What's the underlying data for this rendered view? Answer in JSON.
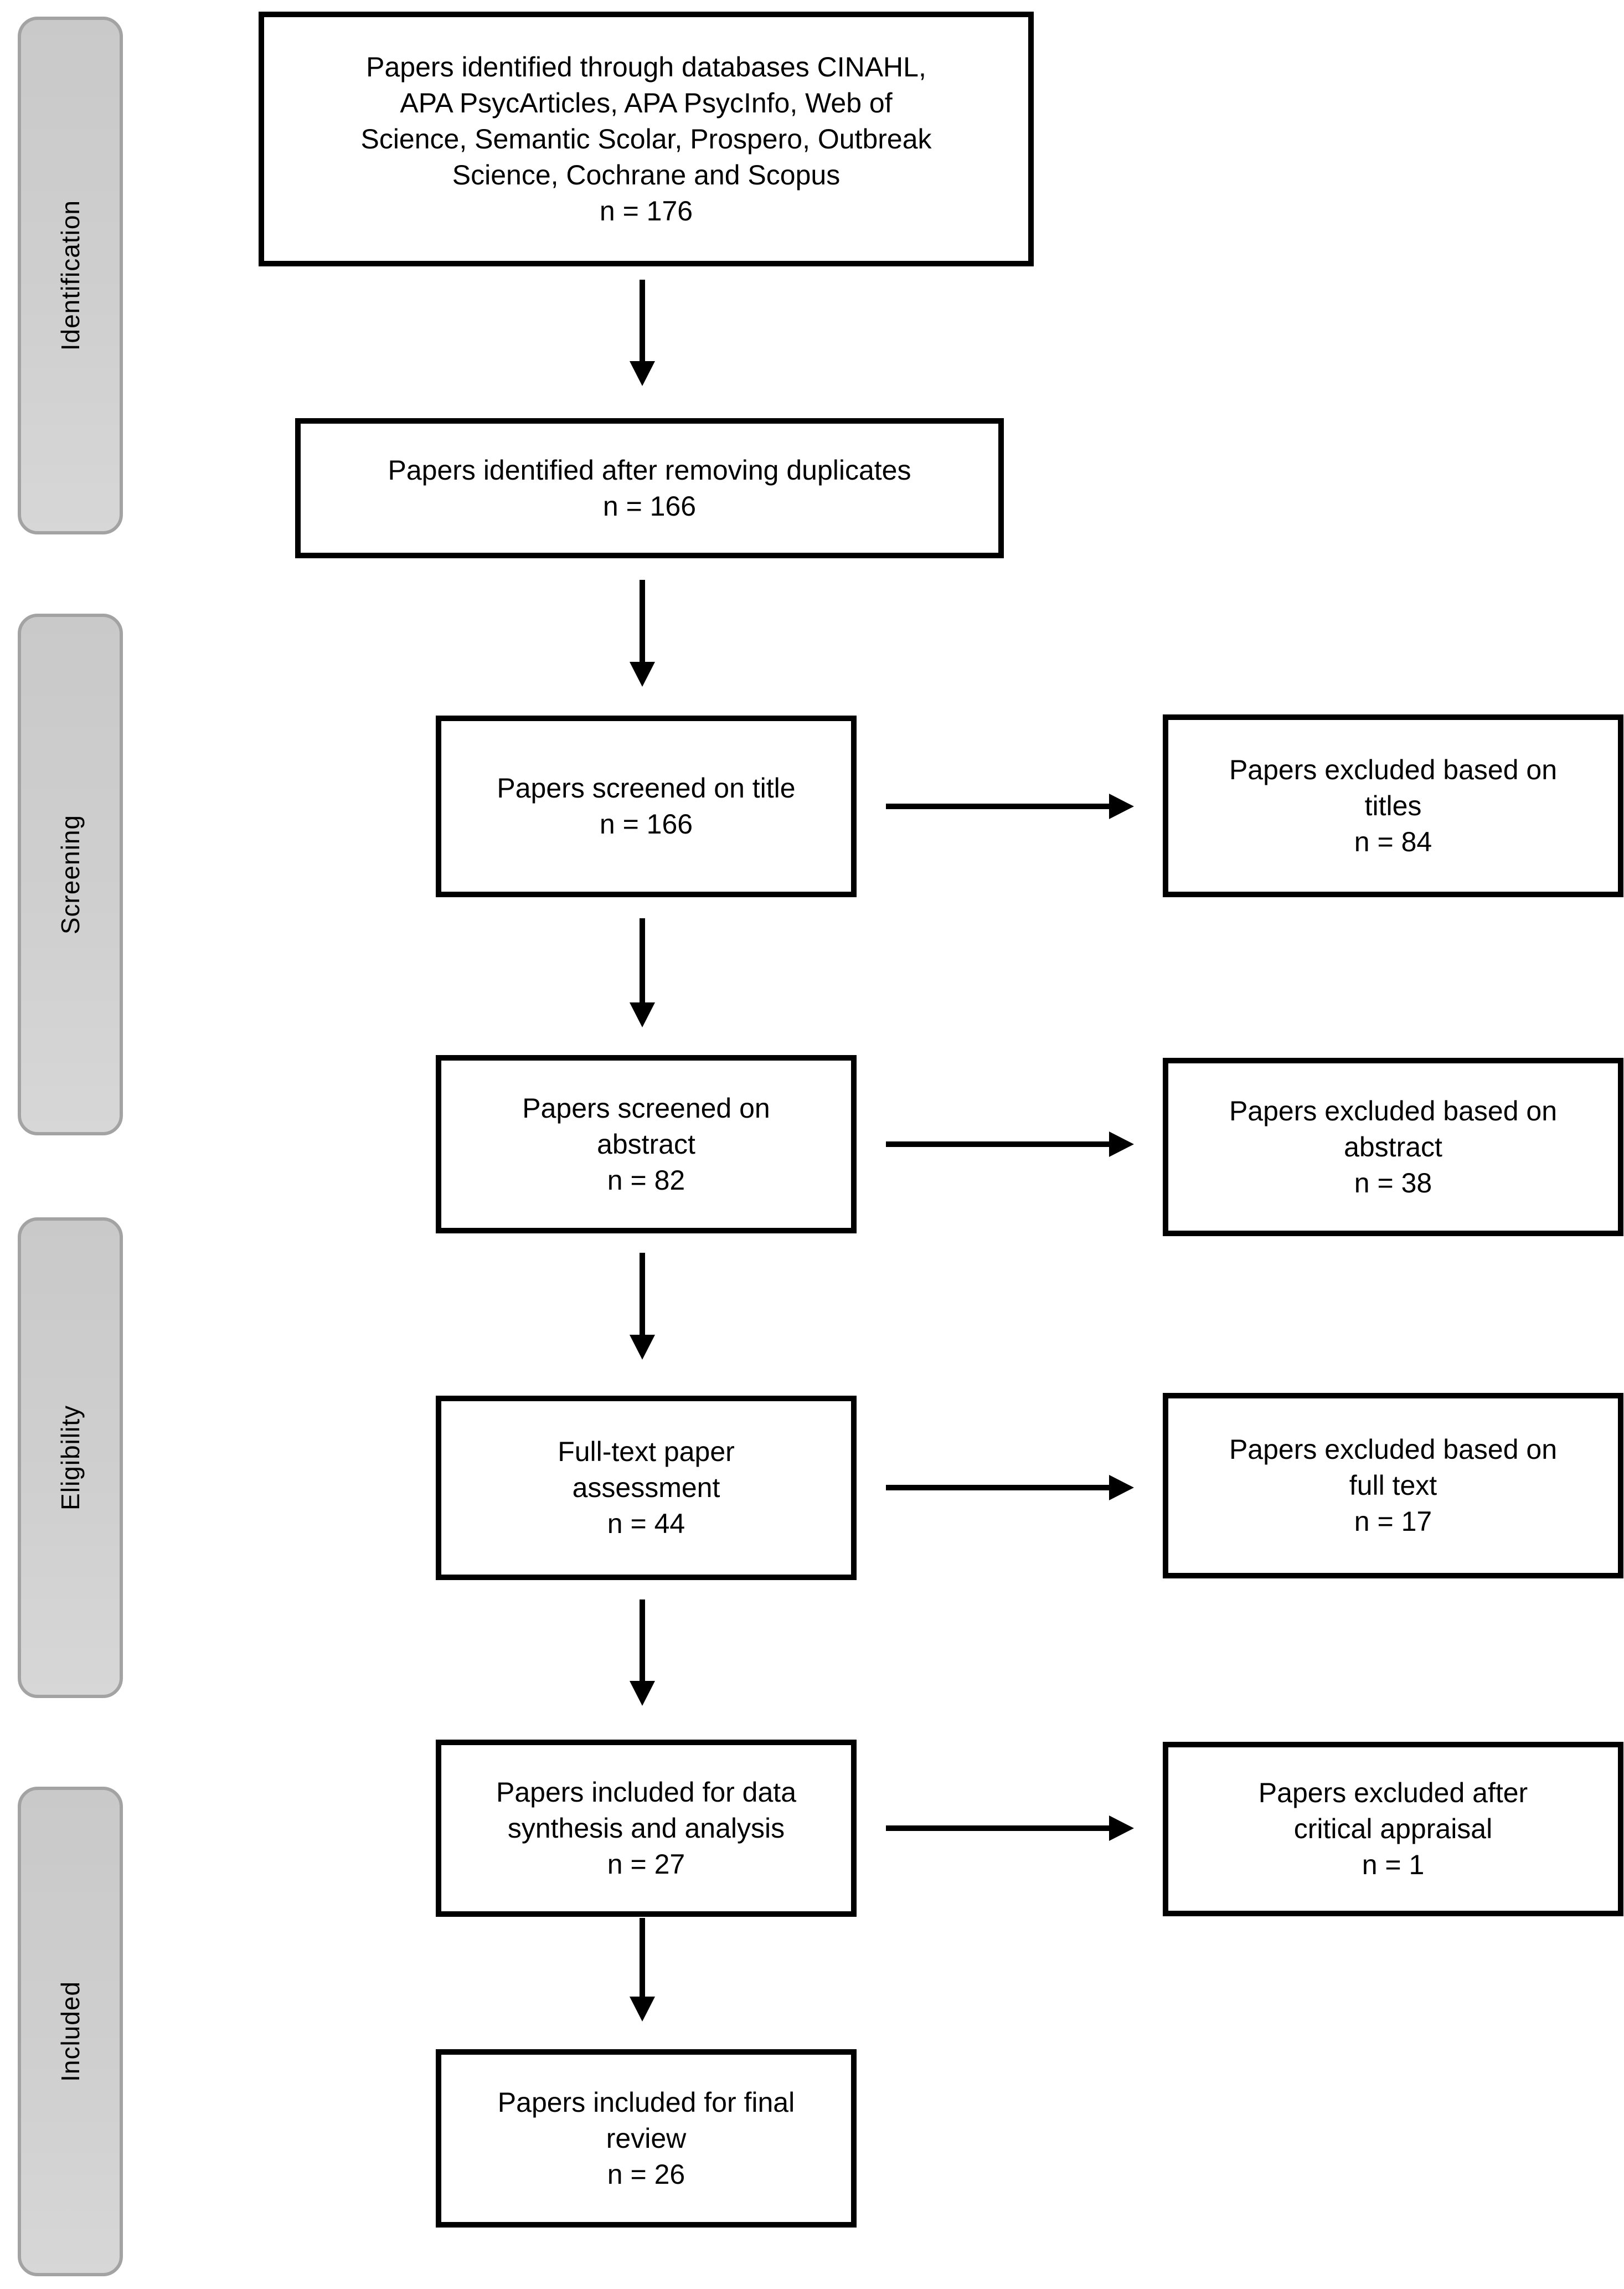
{
  "figure": {
    "stages": [
      {
        "label": "Identification"
      },
      {
        "label": "Screening"
      },
      {
        "label": "Eligibility"
      },
      {
        "label": "Included"
      }
    ],
    "main_boxes": [
      {
        "label": "Papers identified through databases CINAHL,\nAPA PsycArticles, APA PsycInfo, Web of\nScience, Semantic Scolar, Prospero, Outbreak\nScience, Cochrane and Scopus",
        "count": "n = 176"
      },
      {
        "label": "Papers identified after removing duplicates",
        "count": "n = 166"
      },
      {
        "label": "Papers screened on title",
        "count": "n = 166"
      },
      {
        "label": "Papers screened on\nabstract",
        "count": "n = 82"
      },
      {
        "label": "Full-text paper\nassessment",
        "count": "n = 44"
      },
      {
        "label": "Papers included for data\nsynthesis and analysis",
        "count": "n = 27"
      },
      {
        "label": "Papers included for final\nreview",
        "count": "n = 26"
      }
    ],
    "excluded_boxes": [
      {
        "label": "Papers excluded based on\ntitles",
        "count": "n = 84"
      },
      {
        "label": "Papers excluded based on\nabstract",
        "count": "n = 38"
      },
      {
        "label": "Papers excluded based on\nfull text",
        "count": "n = 17"
      },
      {
        "label": "Papers excluded after\ncritical appraisal",
        "count": "n = 1"
      }
    ],
    "colors": {
      "box_border": "#000000",
      "text": "#000000",
      "arrow": "#000000",
      "stage_border": "#a3a3a3",
      "stage_fill_top": "#c9c9c9",
      "stage_fill_bottom": "#d7d7d7",
      "background": "#ffffff"
    }
  }
}
